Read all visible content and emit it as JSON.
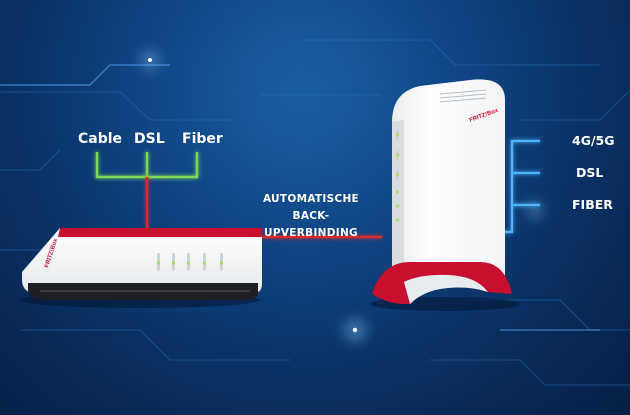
{
  "left_labels": {
    "cable": "Cable",
    "dsl": "DSL",
    "fiber": "Fiber"
  },
  "center_label": {
    "line1": "AUTOMATISCHE",
    "line2": "BACK-UPVERBINDING"
  },
  "right_labels": {
    "mobile": "4G/5G",
    "dsl": "DSL",
    "fiber": "FIBER"
  },
  "devices": {
    "router_brand": "FRITZ!Box",
    "repeater_brand": "FRITZ!Box"
  },
  "colors": {
    "background": "#0e4280",
    "green_lines": "#7ed957",
    "red_line": "#d92b2b",
    "blue_lines": "#4fb3ff",
    "device_accent": "#c8102e"
  },
  "icons": [
    "router-device",
    "repeater-device",
    "led-indicator"
  ]
}
